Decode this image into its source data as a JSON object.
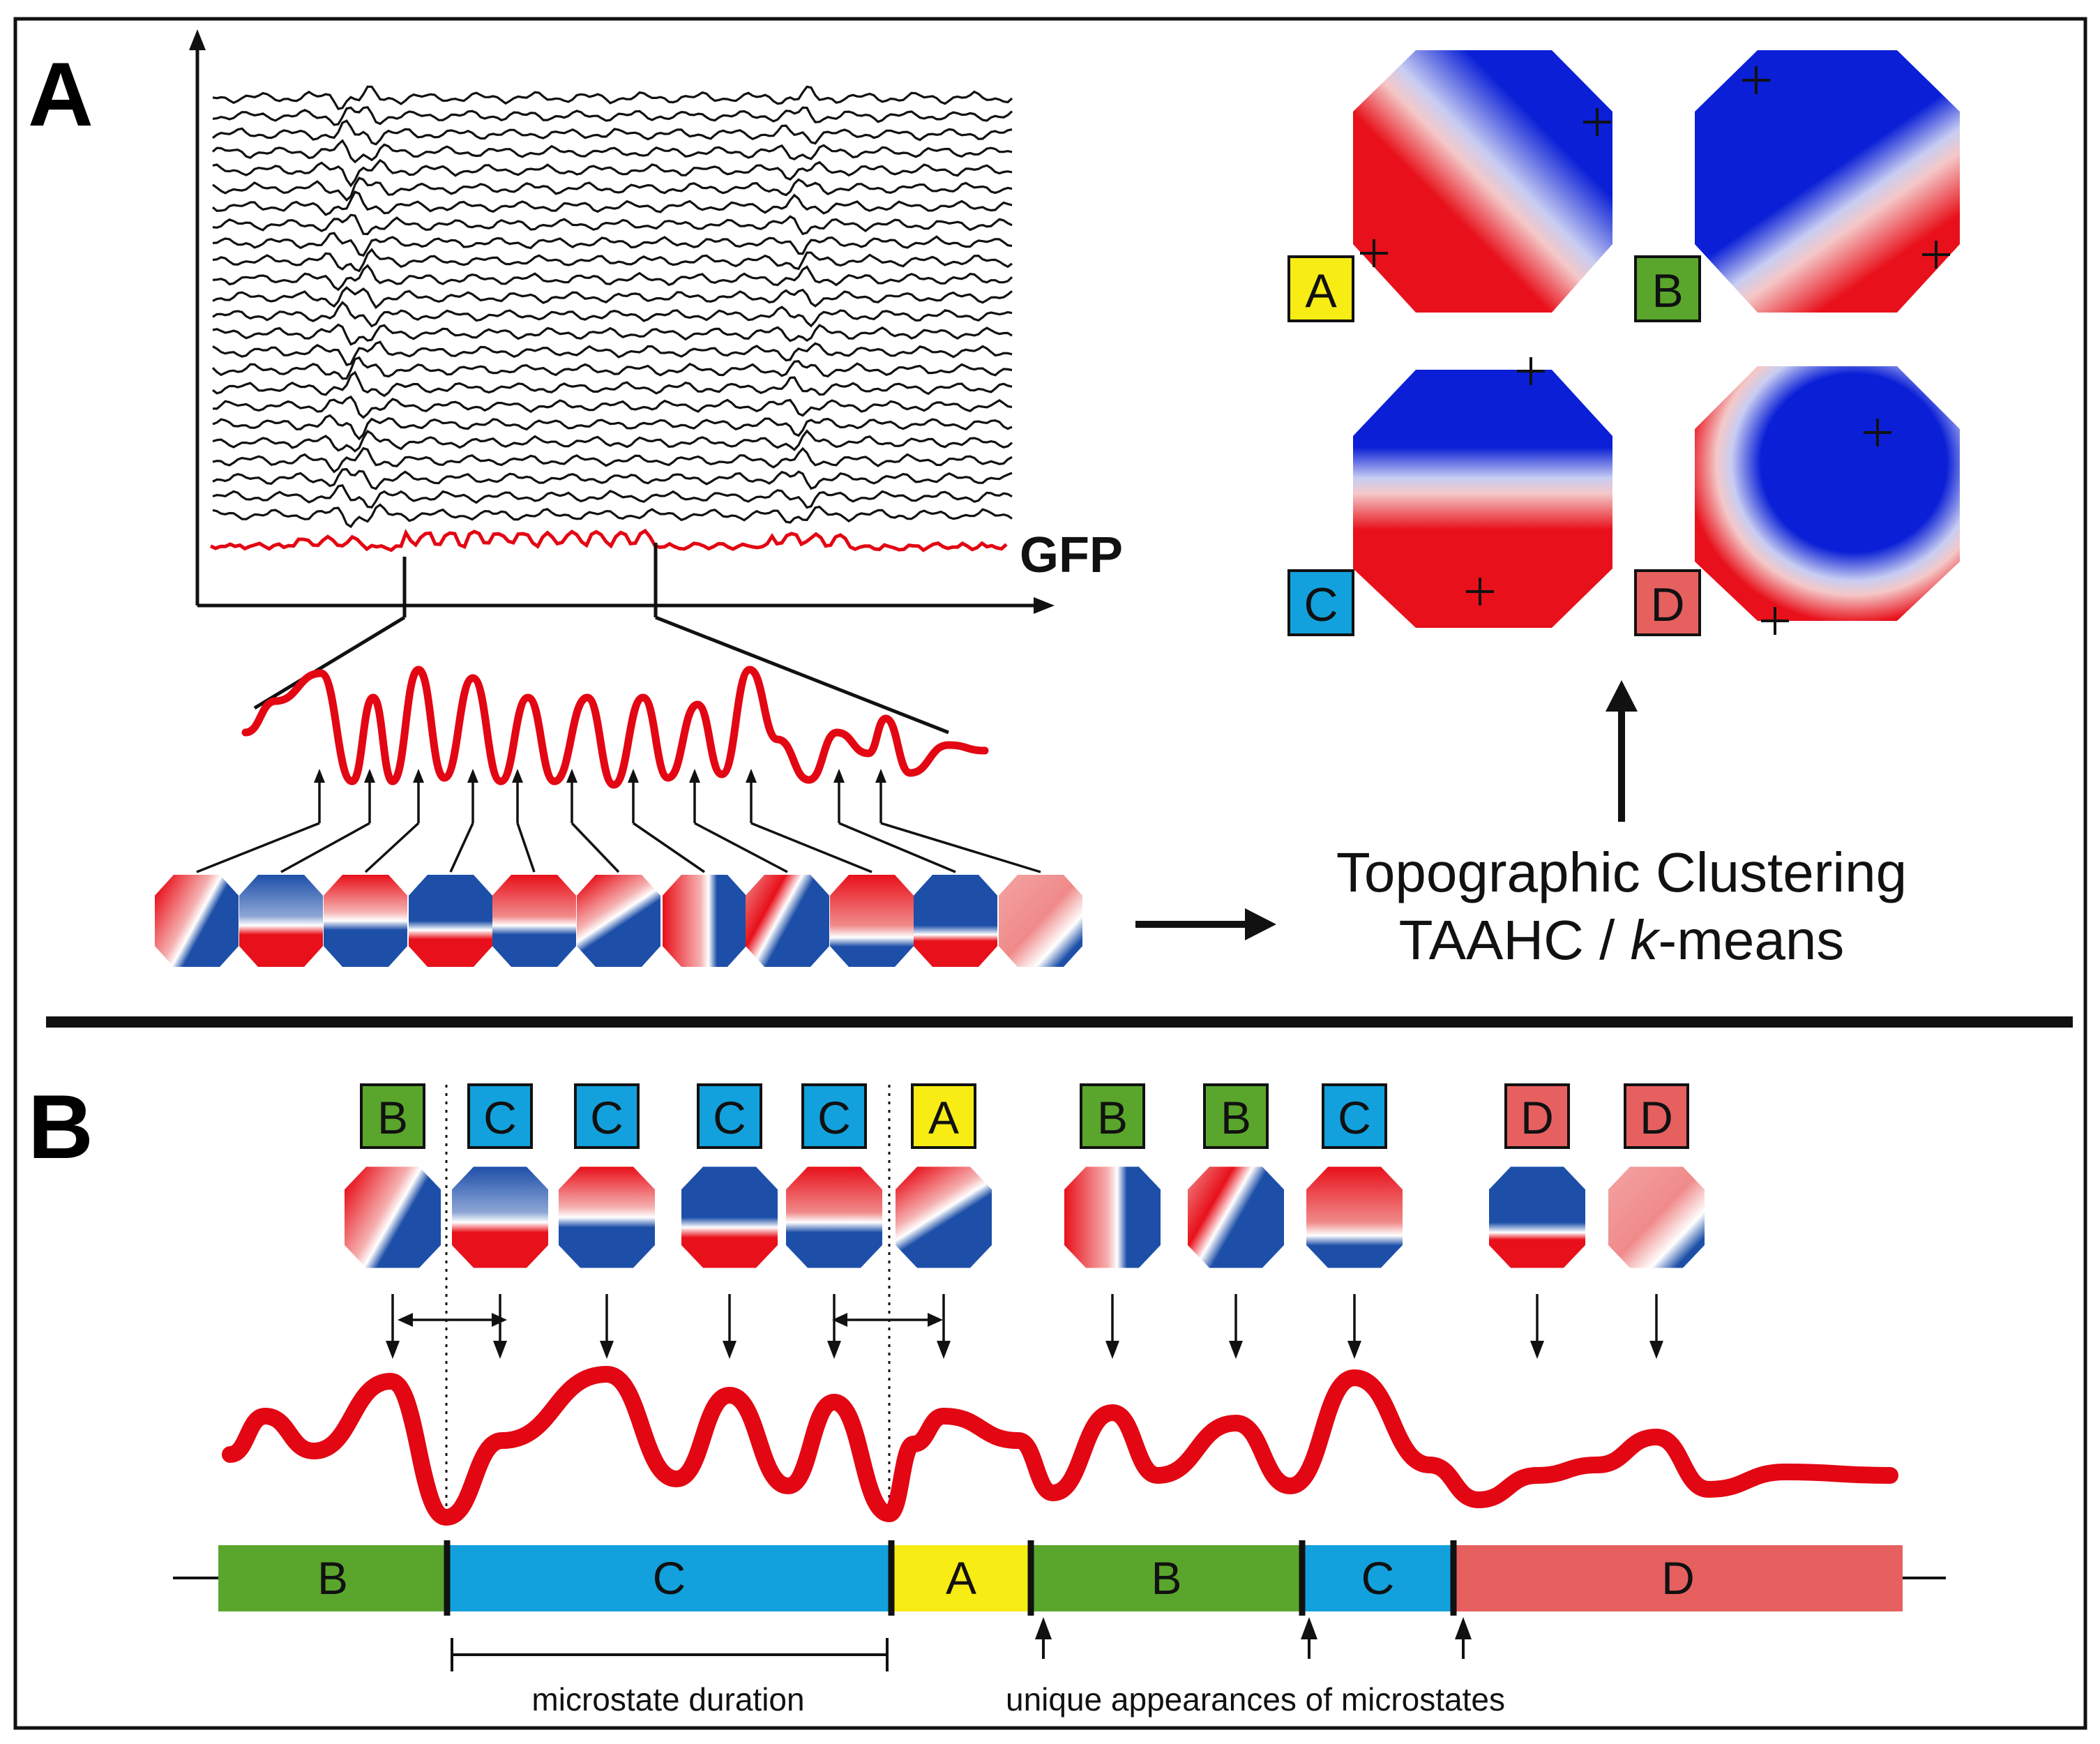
{
  "panel_a": {
    "letter": "A",
    "gfp_label": "GFP",
    "clustering_line1": "Topographic Clustering",
    "clustering_line2_prefix": "TAAHC / ",
    "clustering_line2_italic": "k",
    "clustering_line2_suffix": "-means",
    "template_maps": [
      {
        "label": "A",
        "color": "#f7ec13"
      },
      {
        "label": "B",
        "color": "#5aa62c"
      },
      {
        "label": "C",
        "color": "#12a1dc"
      },
      {
        "label": "D",
        "color": "#e66060"
      }
    ]
  },
  "panel_b": {
    "letter": "B",
    "map_sequence": [
      {
        "label": "B",
        "color": "#5aa62c"
      },
      {
        "label": "C",
        "color": "#12a1dc"
      },
      {
        "label": "C",
        "color": "#12a1dc"
      },
      {
        "label": "C",
        "color": "#12a1dc"
      },
      {
        "label": "C",
        "color": "#12a1dc"
      },
      {
        "label": "A",
        "color": "#f7ec13"
      },
      {
        "label": "B",
        "color": "#5aa62c"
      },
      {
        "label": "B",
        "color": "#5aa62c"
      },
      {
        "label": "C",
        "color": "#12a1dc"
      },
      {
        "label": "D",
        "color": "#e66060"
      },
      {
        "label": "D",
        "color": "#e66060"
      }
    ],
    "segments": [
      {
        "label": "B",
        "color": "#5aa62c"
      },
      {
        "label": "C",
        "color": "#12a1dc"
      },
      {
        "label": "A",
        "color": "#f7ec13"
      },
      {
        "label": "B",
        "color": "#5aa62c"
      },
      {
        "label": "C",
        "color": "#12a1dc"
      },
      {
        "label": "D",
        "color": "#e66060"
      }
    ],
    "duration_label": "microstate duration",
    "appearances_label": "unique appearances of microstates"
  },
  "colors": {
    "gfp_red": "#e30613",
    "map_red": "#e8101a",
    "map_blue": "#0a1fd6",
    "small_map_blue": "#1d4fa8",
    "frame": "#111111"
  }
}
